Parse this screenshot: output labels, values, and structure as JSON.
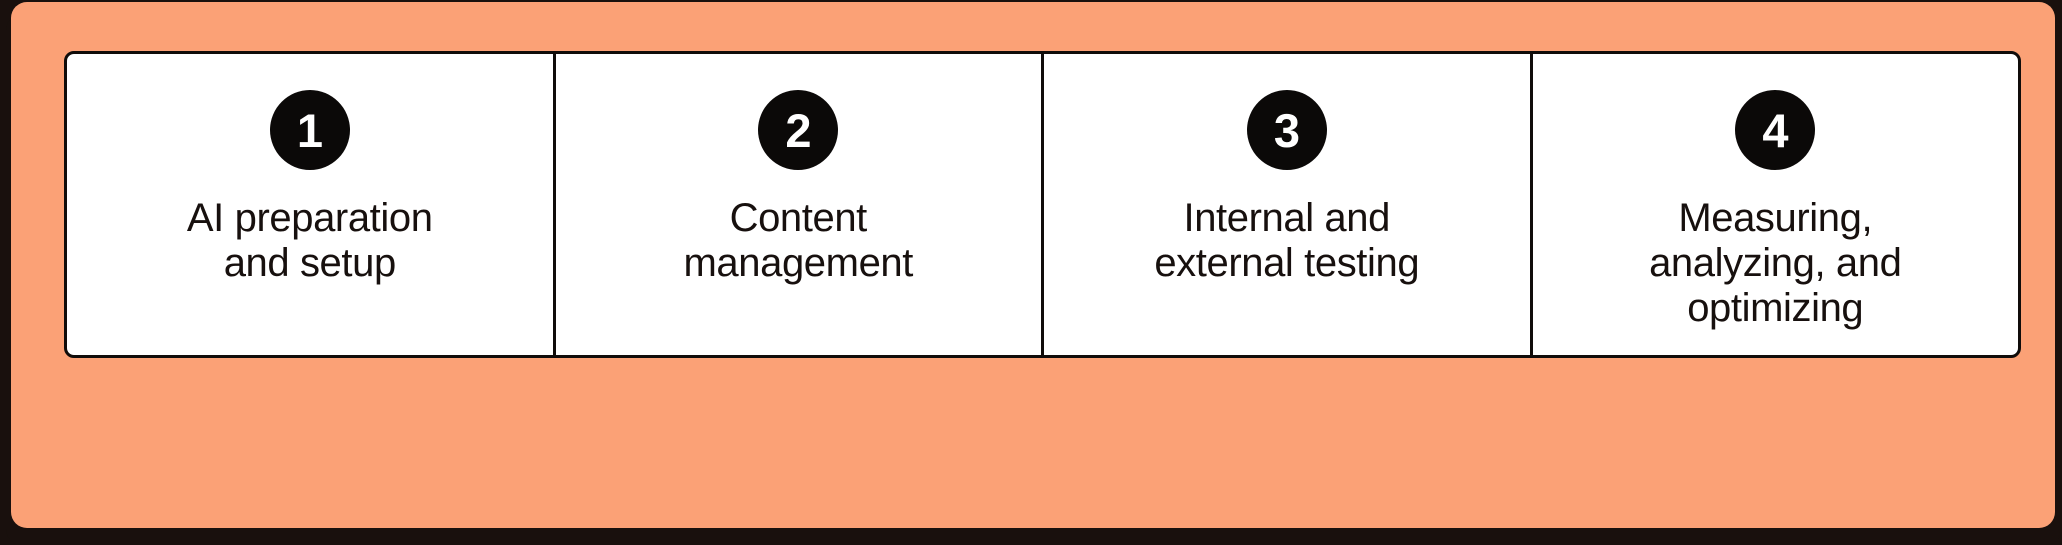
{
  "diagram": {
    "type": "process-steps",
    "step_count": 4,
    "frame_color": "#FBA176",
    "card_background": "#FFFFFF",
    "border_color": "#100C0A",
    "badge_background": "#0B0908",
    "badge_text_color": "#FFFFFF",
    "label_color": "#17100E",
    "shadow_color": "#19100D"
  },
  "steps": [
    {
      "number": "1",
      "label": "AI preparation\nand setup"
    },
    {
      "number": "2",
      "label": "Content\nmanagement"
    },
    {
      "number": "3",
      "label": "Internal and\nexternal testing"
    },
    {
      "number": "4",
      "label": "Measuring,\nanalyzing, and\noptimizing"
    }
  ]
}
